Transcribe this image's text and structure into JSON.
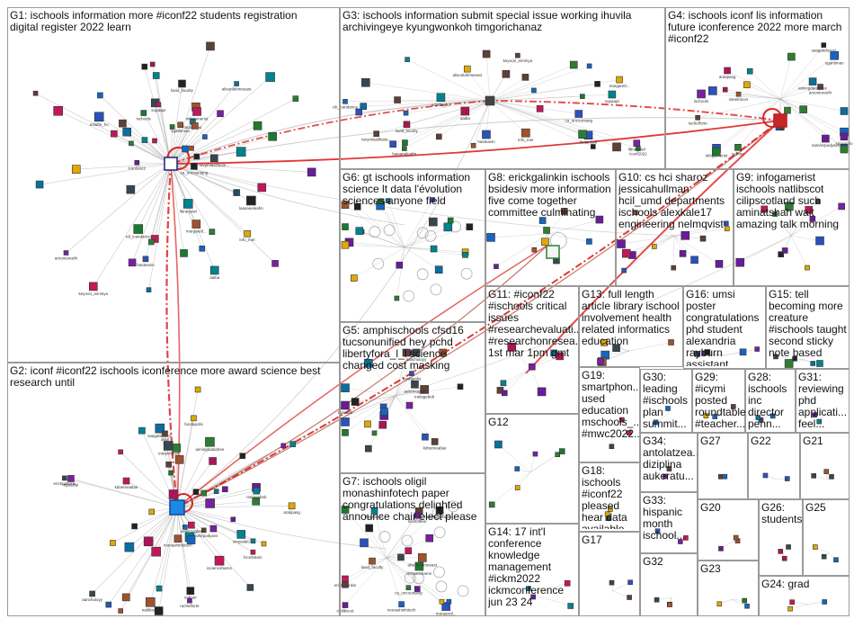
{
  "graph": {
    "groups": [
      {
        "id": "G1",
        "label": "G1: ischools information more #iconf22 students registration digital register 2022 learn"
      },
      {
        "id": "G2",
        "label": "G2: iconf #iconf22 ischools iconference more award science best research until"
      },
      {
        "id": "G3",
        "label": "G3: ischools information submit special issue working ihuvila archivingeye kyungwonkoh timgorichanaz"
      },
      {
        "id": "G4",
        "label": "G4: ischools iconf lis information future iconference 2022 more march #iconf22"
      },
      {
        "id": "G5",
        "label": "G5: amphischools cfsd16 tucsonunified hey pchd libertyfora_l_l science changed cost masking"
      },
      {
        "id": "G6",
        "label": "G6: gt ischools information science lt data l'évolution sciences anyone field"
      },
      {
        "id": "G7",
        "label": "G7: ischools oligil monashinfotech paper congratulations delighted announce chair elect please"
      },
      {
        "id": "G8",
        "label": "G8: erickgalinkin ischools bsidesiv more information five come together committee culminating"
      },
      {
        "id": "G9",
        "label": "G9: infogamerist ischools natlibscot cilipscotland such aminatshah wait amazing talk morning"
      },
      {
        "id": "G10",
        "label": "G10: cs hci sharoz jessicahullman hcil_umd departments ischools alexkale17 engineering nelmqvist"
      },
      {
        "id": "G11",
        "label": "G11: #iconf22 #ischools critical issues #researchevaluati... #researchonresea... 1st mar 1pm gmt"
      },
      {
        "id": "G12",
        "label": "G12"
      },
      {
        "id": "G13",
        "label": "G13: full length article library ischool involvement health related informatics education"
      },
      {
        "id": "G14",
        "label": "G14: 17 int'l conference knowledge management #ickm2022 ickmconference jun 23 24"
      },
      {
        "id": "G15",
        "label": "G15: tell becoming more creature #ischools taught second sticky note based"
      },
      {
        "id": "G16",
        "label": "G16: umsi poster congratulations phd student alexandria rayburn assistant..."
      },
      {
        "id": "G17",
        "label": "G17"
      },
      {
        "id": "G18",
        "label": "G18: ischools #iconf22 pleased hear data available..."
      },
      {
        "id": "G19",
        "label": "G19: smartphon... used education mschools_... #mwc2022..."
      },
      {
        "id": "G20",
        "label": "G20"
      },
      {
        "id": "G21",
        "label": "G21"
      },
      {
        "id": "G22",
        "label": "G22"
      },
      {
        "id": "G23",
        "label": "G23"
      },
      {
        "id": "G24",
        "label": "G24: grad"
      },
      {
        "id": "G25",
        "label": "G25"
      },
      {
        "id": "G26",
        "label": "G26: students"
      },
      {
        "id": "G27",
        "label": "G27"
      },
      {
        "id": "G28",
        "label": "G28: ischools inc director penn..."
      },
      {
        "id": "G29",
        "label": "G29: #icymi posted roundtable #teacher..."
      },
      {
        "id": "G30",
        "label": "G30: leading #ischools plan summit..."
      },
      {
        "id": "G31",
        "label": "G31: reviewing phd applicati... feel..."
      },
      {
        "id": "G32",
        "label": "G32"
      },
      {
        "id": "G33",
        "label": "G33: hispanic month ischool..."
      },
      {
        "id": "G34",
        "label": "G34: antolatzea... diziplina aukeratu..."
      }
    ],
    "node_labels": [
      "margaretl...",
      "ravymlasilfaste...",
      "ca_uncouniang",
      "lavid_faculty",
      "alisonlahmeeast",
      "hasteavin",
      "lautaniswi",
      "aaiba",
      "rdi_icandance",
      "keyoon_eiminya",
      "info_mer",
      "laasaneleafm",
      "iconf2022",
      "libraryowl",
      "sopaapr",
      "ediafte_ho",
      "sgahtiman",
      "ischools",
      "amontoreefir",
      "infogamerist",
      "aratipasg",
      "sotroer",
      "saagatiduzzzi",
      "aimingdatashee",
      "rachelforte",
      "inteelmicer",
      "rainvlsrpodyavs",
      "sirayalalo",
      "fundapolis",
      "melagebeb",
      "ttpaebal",
      "kdnemeatlae",
      "aanchuloyy",
      "aelizmoglas",
      "iscienceharns",
      "erickgalinkin",
      "monashinfotech",
      "oligil",
      "lizorbstein",
      "natlibscot"
    ],
    "colors": {
      "edge_gray": "#9e9e9e",
      "edge_red": "#dd2222",
      "edge_brown": "#b05a4a",
      "border": "#9a9a9a"
    }
  }
}
